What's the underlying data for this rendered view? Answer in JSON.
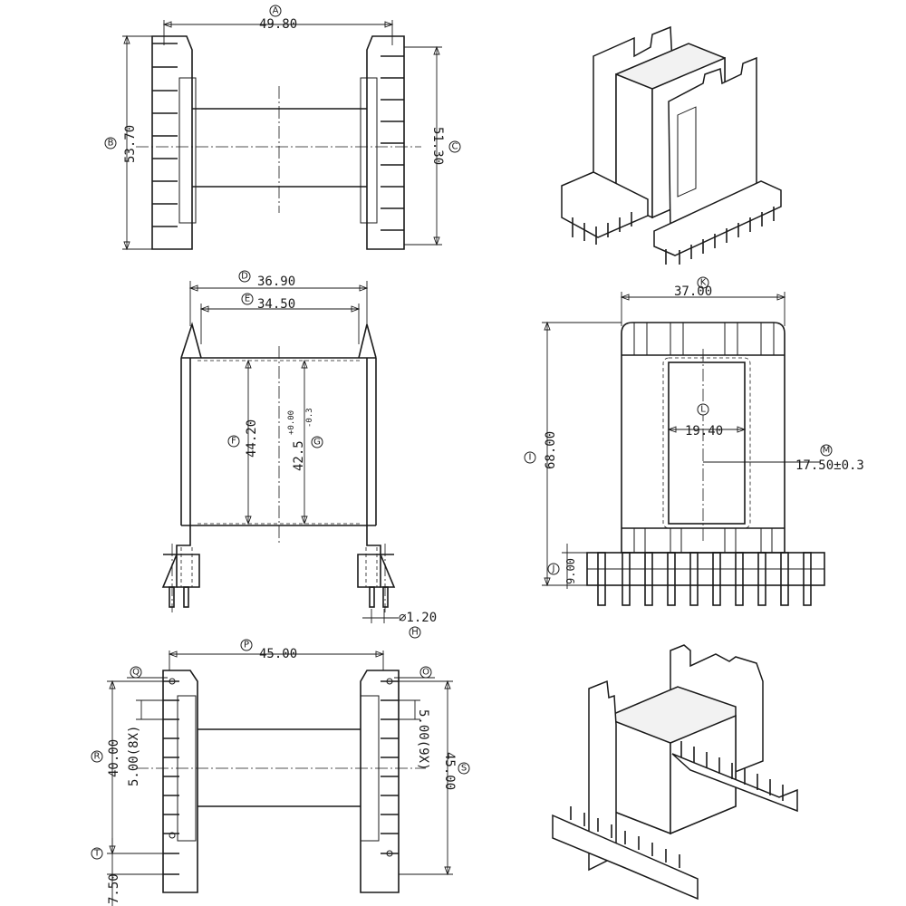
{
  "views": {
    "top": {
      "dims": {
        "a": "49.80",
        "b": "53.70",
        "c": "51.30"
      },
      "tags": {
        "a": "A",
        "b": "B",
        "c": "C"
      }
    },
    "front": {
      "dims": {
        "d": "36.90",
        "e": "34.50",
        "f": "44.20",
        "g_base": "42.5",
        "g_upper": "+0.00",
        "g_lower": "-0.3",
        "h": "⌀1.20"
      },
      "tags": {
        "d": "D",
        "e": "E",
        "f": "F",
        "g": "G",
        "h": "H"
      }
    },
    "side": {
      "dims": {
        "k": "37.00",
        "l": "19.40",
        "i": "68.00",
        "m": "17.50±0.3",
        "j": "9.00"
      },
      "tags": {
        "k": "K",
        "l": "L",
        "i": "I",
        "m": "M",
        "j": "J"
      }
    },
    "bottom": {
      "dims": {
        "p": "45.00",
        "pitch_left": "5.00(8X)",
        "pitch_right": "5.00(9X)",
        "r": "40.00",
        "s": "45.00",
        "t": "7.50"
      },
      "tags": {
        "p": "P",
        "q": "Q",
        "o": "O",
        "r": "R",
        "s": "S",
        "t": "T"
      }
    }
  }
}
